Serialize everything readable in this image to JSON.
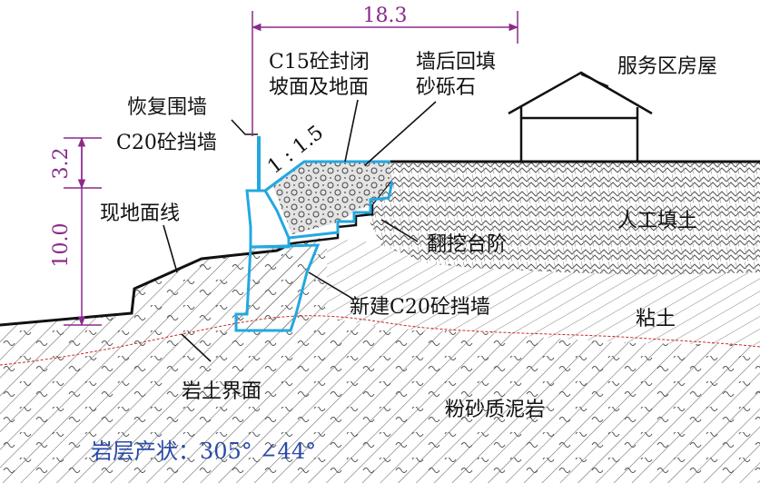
{
  "dimensions": {
    "width_label": "18.3",
    "height_small": "3.2",
    "height_large": "10.0",
    "slope": "1 : 1.5"
  },
  "labels": {
    "c15_line1": "C15砼封闭",
    "c15_line2": "坡面及地面",
    "backfill_line1": "墙后回填",
    "backfill_line2": "砂砾石",
    "building": "服务区房屋",
    "restore_wall": "恢复围墙",
    "old_wall": "C20砼挡墙",
    "ground_line": "现地面线",
    "excavation_steps": "翻挖台阶",
    "fill": "人工填土",
    "new_wall": "新建C20砼挡墙",
    "clay": "粘土",
    "interface": "岩土界面",
    "mudstone": "粉砂质泥岩",
    "bedding": "岩层产状：305°  ∠44°"
  },
  "colors": {
    "wall": "#22a8e0",
    "dimension": "#8b2a8b",
    "interface": "#c8281e",
    "bedding_text": "#2a4aa8",
    "outline": "#111111"
  }
}
